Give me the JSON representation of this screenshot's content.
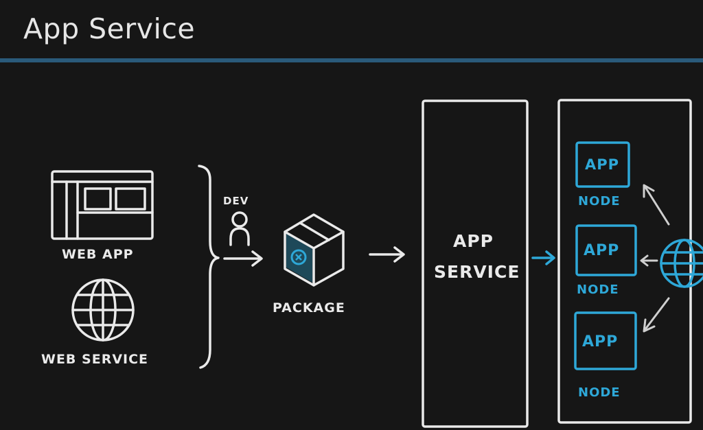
{
  "slide": {
    "title": "App Service"
  },
  "diagram": {
    "web_app_label": "WEB APP",
    "web_service_label": "WEB SERVICE",
    "dev_label": "DEV",
    "package_label": "PACKAGE",
    "app_service_label_line1": "APP",
    "app_service_label_line2": "SERVICE",
    "nodes": [
      {
        "app": "APP",
        "node": "NODE"
      },
      {
        "app": "APP",
        "node": "NODE"
      },
      {
        "app": "APP",
        "node": "NODE"
      }
    ],
    "colors": {
      "background": "#161616",
      "ink": "#eaeaea",
      "accent": "#2ea8d8",
      "rule": "#2a5a7a"
    }
  }
}
